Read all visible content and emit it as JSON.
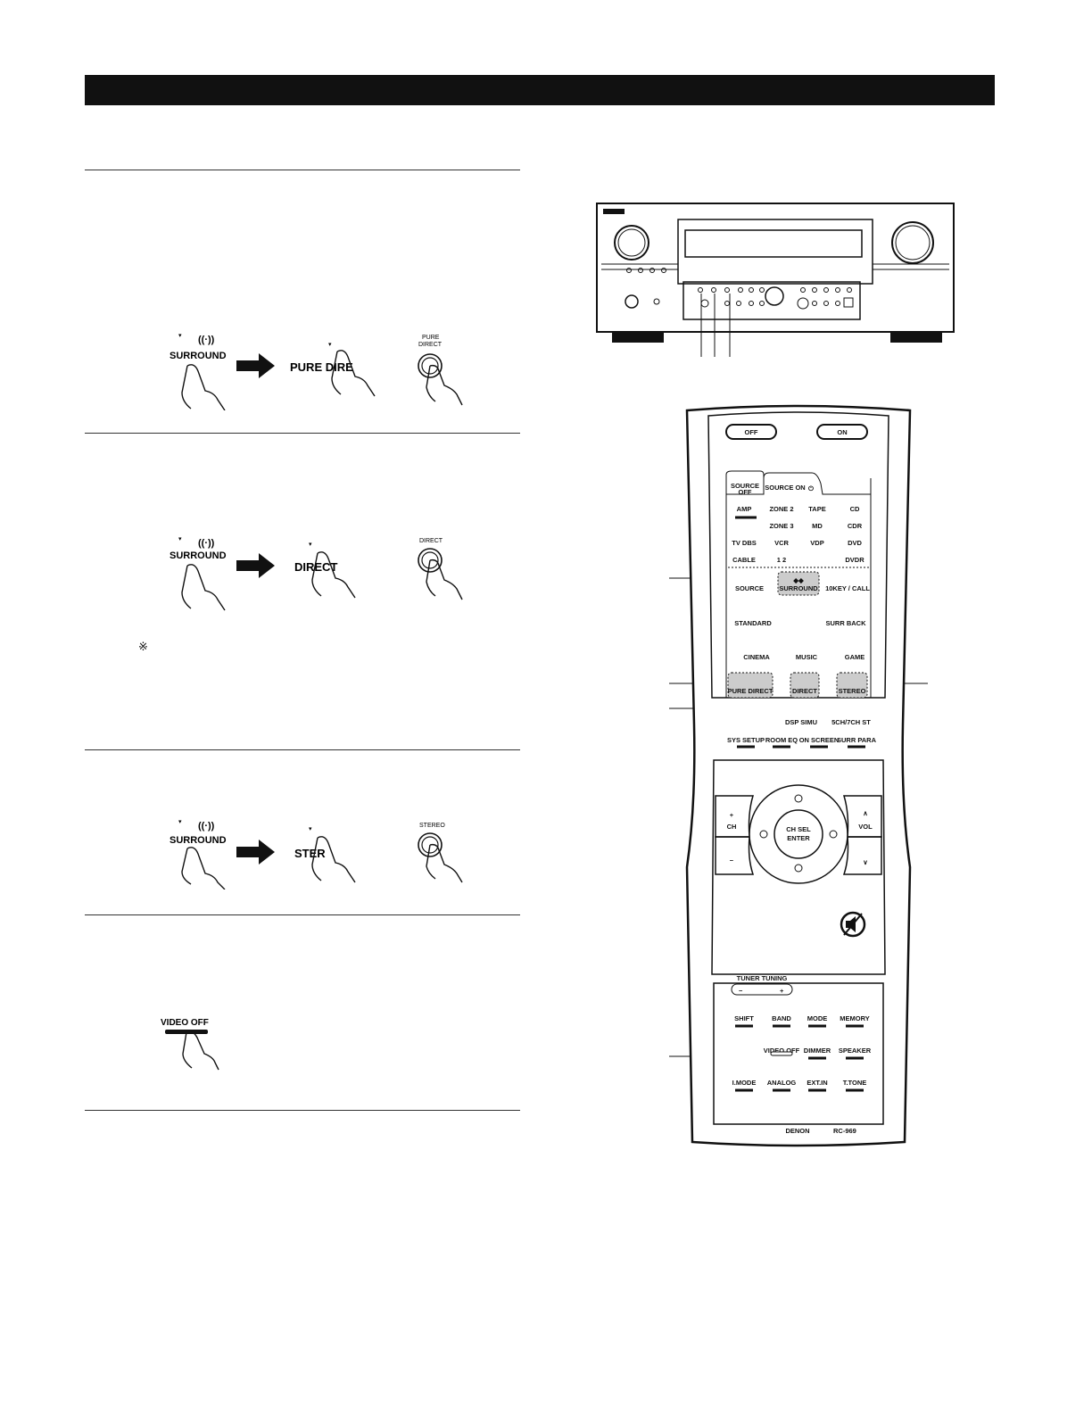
{
  "steps": {
    "pure_direct": {
      "surround_label": "SURROUND",
      "mode_label": "PURE DIRE",
      "button_caption_1": "PURE",
      "button_caption_2": "DIRECT"
    },
    "direct": {
      "surround_label": "SURROUND",
      "mode_label": "DIRECT",
      "button_caption": "DIRECT"
    },
    "note_mark": "※",
    "stereo": {
      "surround_label": "SURROUND",
      "mode_label": "STER",
      "button_caption": "STEREO"
    },
    "video_off": {
      "label": "VIDEO OFF"
    }
  },
  "remote": {
    "top": {
      "off": "OFF",
      "on": "ON"
    },
    "tabs": {
      "source_off_1": "SOURCE",
      "source_off_2": "OFF",
      "source_on": "SOURCE ON"
    },
    "source_rows": [
      [
        "AMP",
        "ZONE 2",
        "TAPE",
        "CD"
      ],
      [
        "",
        "ZONE 3",
        "MD",
        "CDR"
      ],
      [
        "TV DBS",
        "VCR",
        "VDP",
        "DVD"
      ],
      [
        "CABLE",
        "1 2",
        "",
        "DVDR"
      ]
    ],
    "modes": {
      "source": "SOURCE",
      "surround": "SURROUND",
      "tenkey": "10KEY / CALL",
      "standard": "STANDARD",
      "surr_back": "SURR BACK",
      "cinema": "CINEMA",
      "music": "MUSIC",
      "game": "GAME",
      "pure_direct": "PURE DIRECT",
      "direct": "DIRECT",
      "stereo": "STEREO",
      "dsp_simu": "DSP SIMU",
      "ch_st": "5CH/7CH ST"
    },
    "setup": [
      "SYS SETUP",
      "ROOM EQ",
      "ON SCREEN",
      "SURR PARA"
    ],
    "nav": {
      "ch": "CH",
      "vol": "VOL",
      "center_1": "CH SEL",
      "center_2": "ENTER",
      "plus": "+",
      "minus": "−",
      "up": "∧",
      "down": "∨"
    },
    "tuner": {
      "label": "TUNER TUNING",
      "minus": "−",
      "plus": "+"
    },
    "bottom_rows": [
      [
        "SHIFT",
        "BAND",
        "MODE",
        "MEMORY"
      ],
      [
        "",
        "VIDEO OFF",
        "DIMMER",
        "SPEAKER"
      ],
      [
        "I.MODE",
        "ANALOG",
        "EXT.IN",
        "T.TONE"
      ]
    ],
    "brand": "DENON",
    "model": "RC-969"
  }
}
